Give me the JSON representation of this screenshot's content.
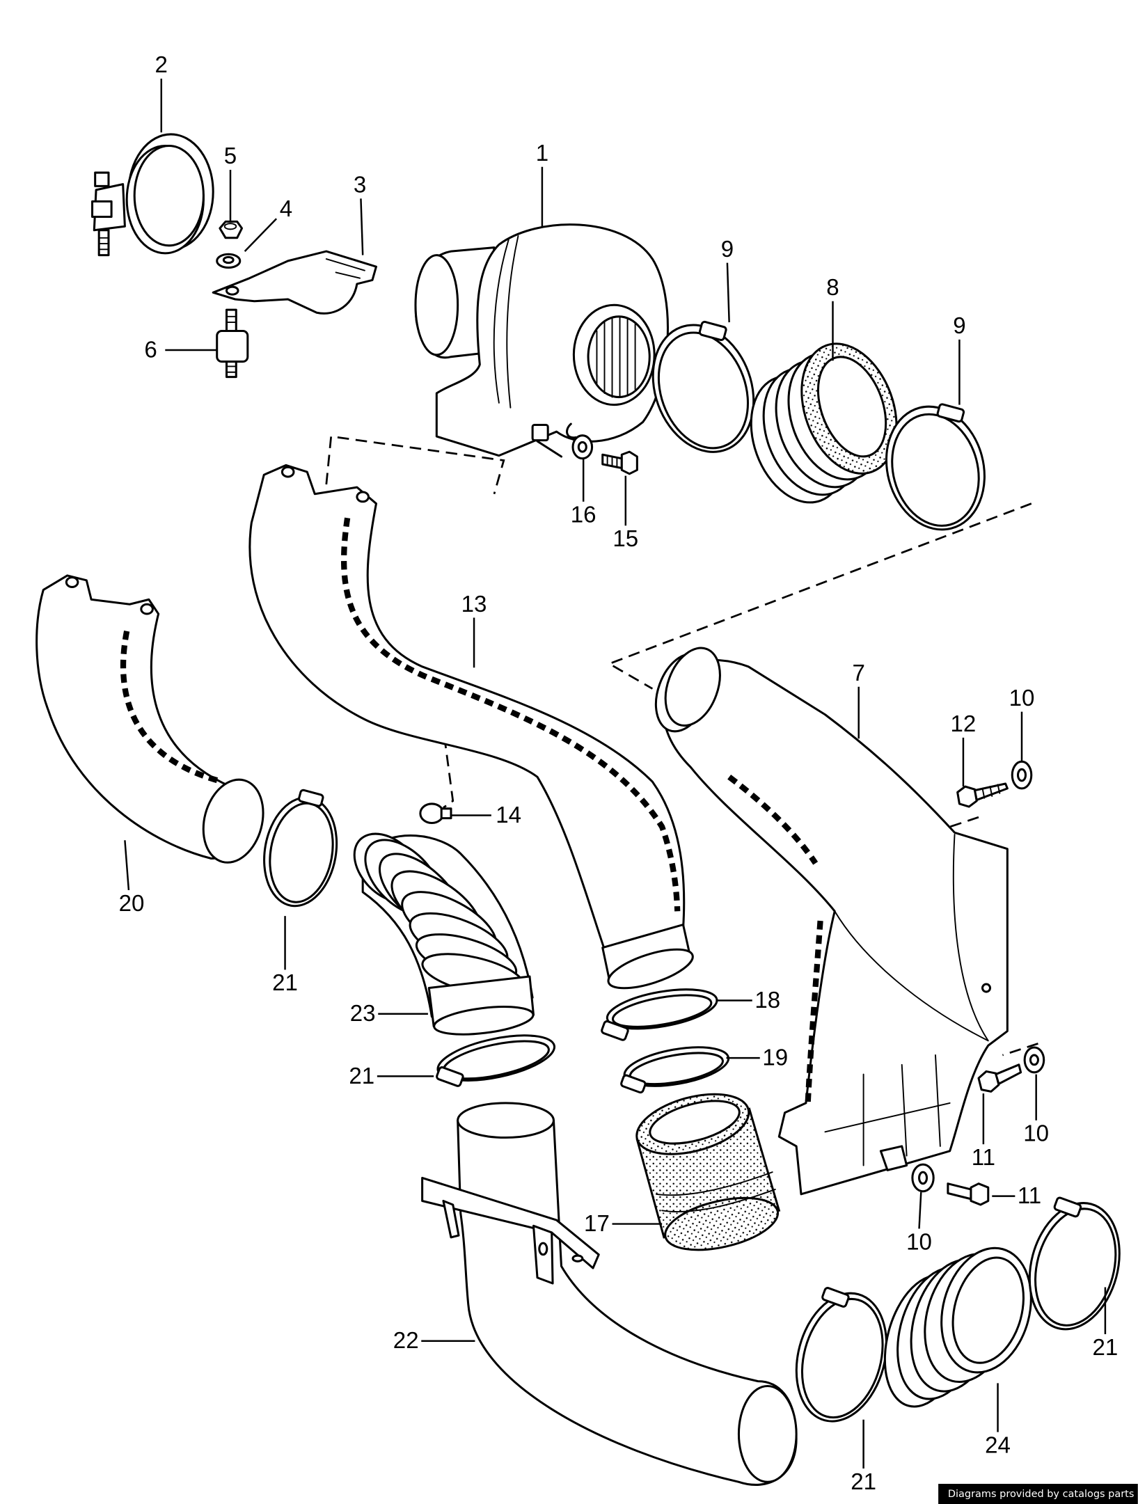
{
  "callouts": [
    "2",
    "5",
    "4",
    "3",
    "1",
    "9",
    "8",
    "9",
    "6",
    "16",
    "15",
    "13",
    "7",
    "12",
    "10",
    "14",
    "20",
    "21",
    "23",
    "18",
    "19",
    "21",
    "11",
    "10",
    "11",
    "10",
    "17",
    "22",
    "21",
    "24",
    "21"
  ],
  "credit": "Diagrams provided by catalogs parts"
}
